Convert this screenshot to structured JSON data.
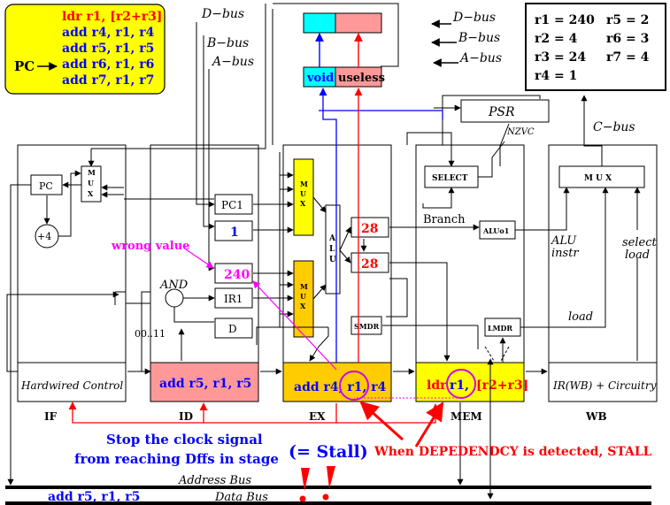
{
  "program": {
    "pc_label": "PC",
    "lines": [
      "ldr r1, [r2+r3]",
      "add r4, r1, r4",
      "add r5, r1, r5",
      "add r6, r1, r6",
      "add r7, r1, r7"
    ]
  },
  "registers": [
    "r1 = 240",
    "r2 = 4",
    "r3 = 24",
    "r4 = 1",
    "r5 = 2",
    "r6 = 3",
    "r7 = 4"
  ],
  "buses": {
    "d_bus": "D−bus",
    "b_bus": "B−bus",
    "a_bus": "A−bus",
    "c_bus": "C−bus",
    "address_bus": "Address Bus",
    "data_bus": "Data Bus"
  },
  "latches": {
    "void": "void",
    "useless": "useless"
  },
  "blocks": {
    "psr": "PSR",
    "nzvc": "NZVC",
    "pc": "PC",
    "plus_four": "+4",
    "mux_m": "M",
    "mux_u": "U",
    "mux_x": "X",
    "mux_word": "M U X",
    "pc1": "PC1",
    "ir1": "IR1",
    "d": "D",
    "and": "AND",
    "bits": "00..11",
    "alu_a": "A",
    "alu_l": "L",
    "alu_u": "U",
    "smdr": "SMDR",
    "select": "SELECT",
    "branch": "Branch",
    "aluo1": "ALUo1",
    "lmdr": "LMDR",
    "hardwired_control": "Hardwired Control",
    "wb_circuitry": "IR(WB) + Circuitry",
    "alu_instr_1": "ALU",
    "alu_instr_2": "instr",
    "select_load_1": "select",
    "select_load_2": "load",
    "load": "load"
  },
  "stages": {
    "if": "IF",
    "id": "ID",
    "ex": "EX",
    "mem": "MEM",
    "wb": "WB"
  },
  "pipeline": {
    "if": "add r5, r1, r5",
    "id": "add r5, r1, r5",
    "ex": "add r4, r1, r4",
    "mem_op": "ldr",
    "mem_dst": "r1,",
    "mem_src": "[r2+r3]"
  },
  "values": {
    "id_a": "1",
    "id_b": "240",
    "ex_out1": "28",
    "ex_out2": "28"
  },
  "annotations": {
    "wrong_value": "wrong value",
    "stop_clock_1": "Stop the clock signal",
    "stop_clock_2": "from reaching Dffs in stage",
    "stall": "(= Stall)",
    "dependency": "When DEPEDENDCY is detected, STALL"
  },
  "colors": {
    "program_bg": "#ffff00",
    "id_stage": "#ff9999",
    "ex_stage": "#ffcc00",
    "mem_stage": "#ffff00",
    "cyan_latch": "#00ffff",
    "blue_text": "#0000ff",
    "red_text": "#ff0000",
    "magenta_text": "#ff00ff"
  }
}
